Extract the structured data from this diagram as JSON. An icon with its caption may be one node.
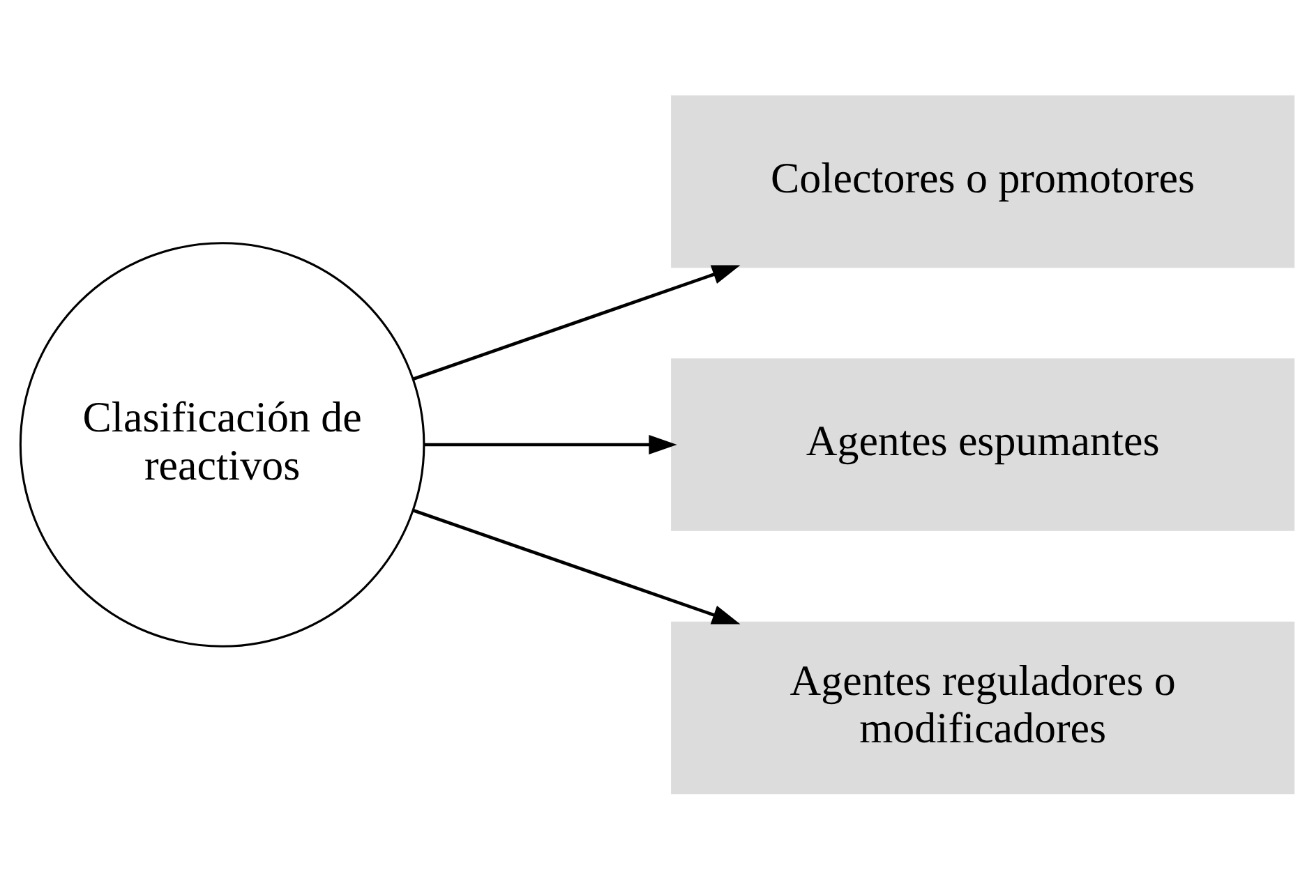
{
  "diagram": {
    "nodes": [
      {
        "text": [
          "Clasificación de reactivos"
        ]
      },
      {
        "text": [
          "Colectores o promotores"
        ]
      },
      {
        "text": [
          "Agentes espumantes"
        ]
      },
      {
        "text": [
          "Agentes reguladores o modificadores"
        ]
      }
    ],
    "edges": [
      {
        "from": 0,
        "to": 1,
        "arrow": "to"
      },
      {
        "from": 0,
        "to": 2,
        "arrow": "to"
      },
      {
        "from": 0,
        "to": 3,
        "arrow": "to"
      }
    ]
  }
}
